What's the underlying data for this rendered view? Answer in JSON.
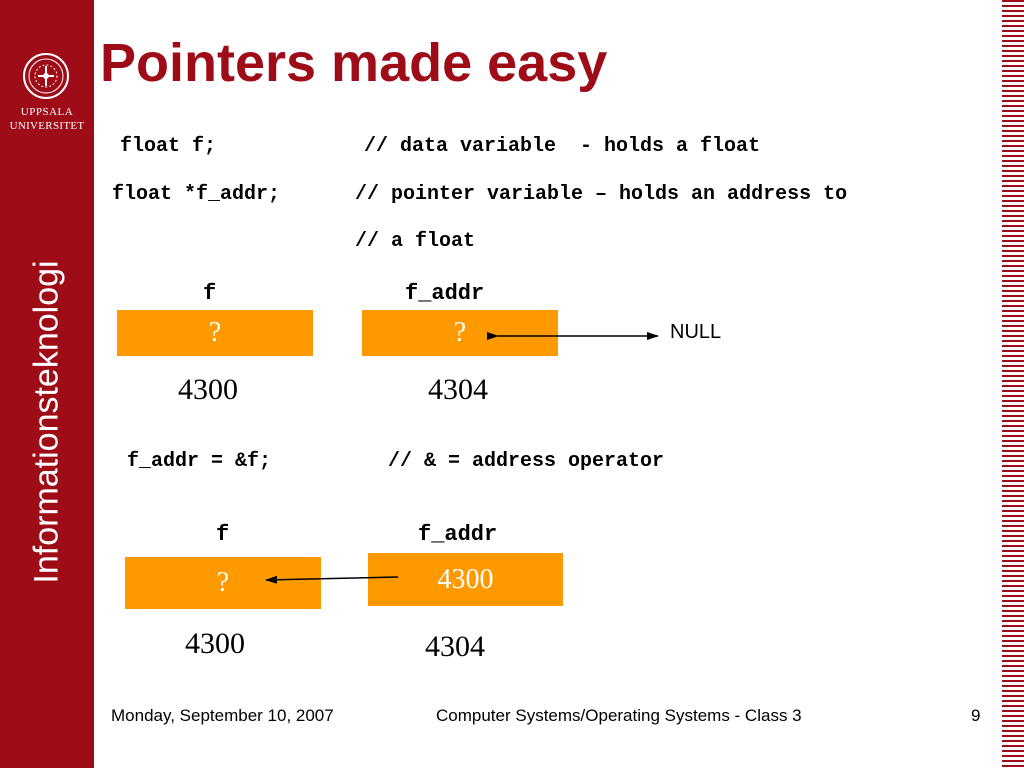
{
  "sidebar": {
    "university_line1": "UPPSALA",
    "university_line2": "UNIVERSITET",
    "department": "Informationsteknologi",
    "logo_icon": "university-seal-icon"
  },
  "slide": {
    "title": "Pointers made easy",
    "code": {
      "line1_code": "float f;",
      "line1_comment": "// data variable  - holds a float",
      "line2_code": "float *f_addr;",
      "line2_comment": "// pointer variable – holds an address to",
      "line3_comment": "// a float",
      "assign_code": "f_addr = &f;",
      "assign_comment": "// & = address operator"
    },
    "diagram1": {
      "f_label": "f",
      "f_value": "?",
      "f_address": "4300",
      "faddr_label": "f_addr",
      "faddr_value": "?",
      "faddr_address": "4304",
      "pointer_target": "NULL"
    },
    "diagram2": {
      "f_label": "f",
      "f_value": "?",
      "f_address": "4300",
      "faddr_label": "f_addr",
      "faddr_value": "4300",
      "faddr_address": "4304"
    }
  },
  "footer": {
    "date": "Monday, September 10, 2007",
    "course": "Computer Systems/Operating Systems - Class 3",
    "page_number": "9"
  },
  "colors": {
    "brand_red": "#9e0c18",
    "box_orange": "#ff9900"
  }
}
